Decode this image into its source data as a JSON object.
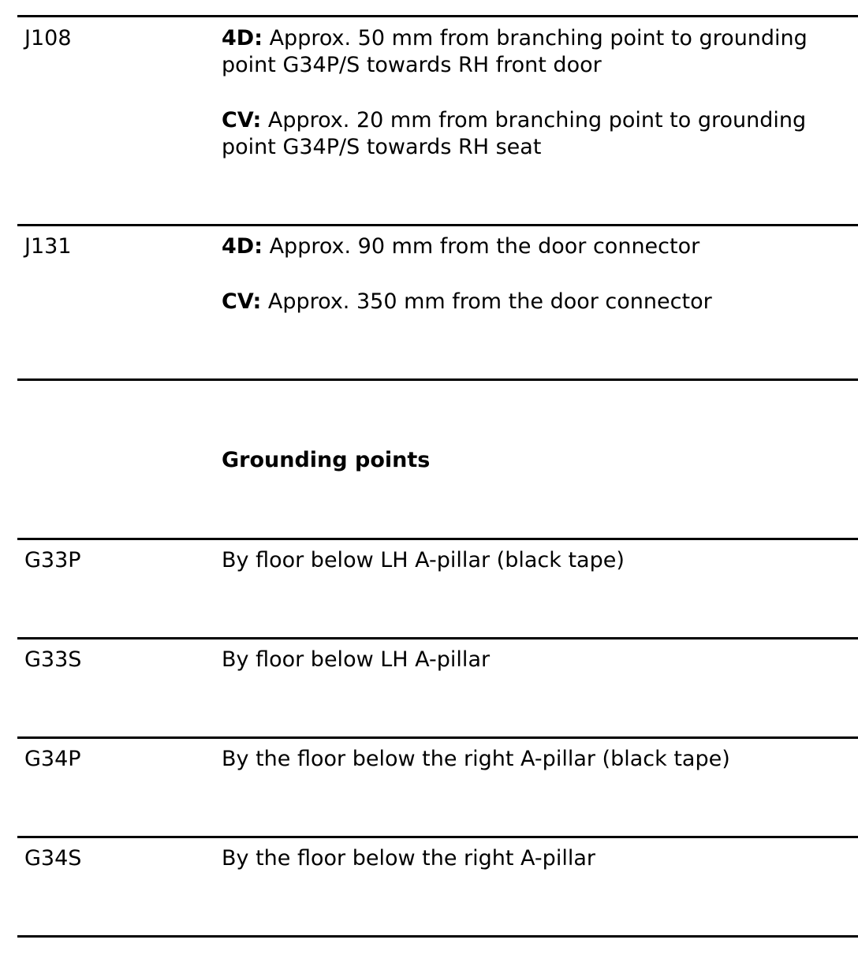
{
  "connectors": [
    {
      "code": "J108",
      "entries": [
        {
          "variant": "4D:",
          "text": " Approx. 50 mm from branching point to grounding point G34P/S towards RH front door"
        },
        {
          "variant": "CV:",
          "text": " Approx. 20 mm from branching point to grounding point G34P/S towards RH seat"
        }
      ]
    },
    {
      "code": "J131",
      "entries": [
        {
          "variant": "4D:",
          "text": " Approx. 90 mm from the door connector"
        },
        {
          "variant": "CV:",
          "text": " Approx. 350 mm from the door connector"
        }
      ]
    }
  ],
  "grounding_heading": "Grounding points",
  "grounding_points": [
    {
      "code": "G33P",
      "description": "By floor below LH A-pillar (black tape)"
    },
    {
      "code": "G33S",
      "description": "By floor below LH A-pillar"
    },
    {
      "code": "G34P",
      "description": "By the floor below the right A-pillar (black tape)"
    },
    {
      "code": "G34S",
      "description": "By the floor below the right A-pillar"
    }
  ]
}
